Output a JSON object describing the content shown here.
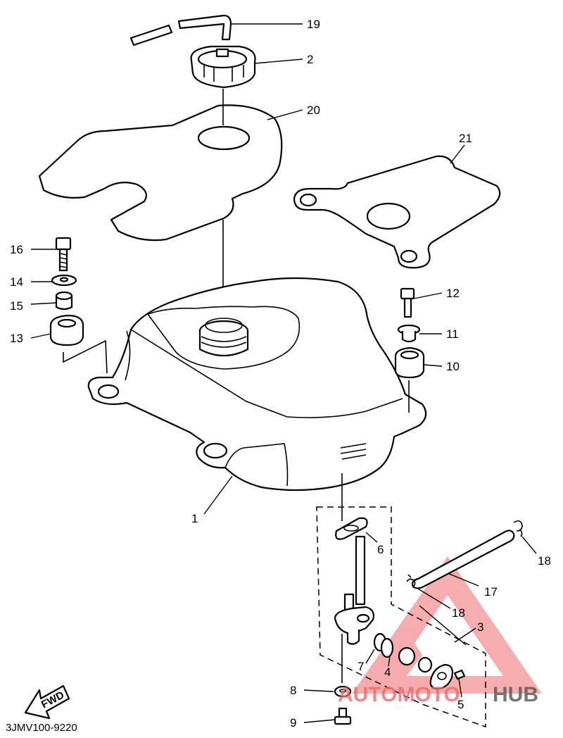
{
  "diagram": {
    "callouts": [
      {
        "label": "19"
      },
      {
        "label": "2"
      },
      {
        "label": "20"
      },
      {
        "label": "21"
      },
      {
        "label": "16"
      },
      {
        "label": "14"
      },
      {
        "label": "15"
      },
      {
        "label": "13"
      },
      {
        "label": "12"
      },
      {
        "label": "11"
      },
      {
        "label": "10"
      },
      {
        "label": "1"
      },
      {
        "label": "6"
      },
      {
        "label": "18"
      },
      {
        "label": "17"
      },
      {
        "label": "18"
      },
      {
        "label": "3"
      },
      {
        "label": "7"
      },
      {
        "label": "4"
      },
      {
        "label": "8"
      },
      {
        "label": "5"
      },
      {
        "label": "9"
      }
    ],
    "code": "3JMV100-9220",
    "fwd_label": "FWD"
  },
  "watermark": {
    "part_a": "AUTOMOTO",
    "part_b": "HUB",
    "color_red": "#ef6a6a",
    "color_grey": "#555555"
  }
}
